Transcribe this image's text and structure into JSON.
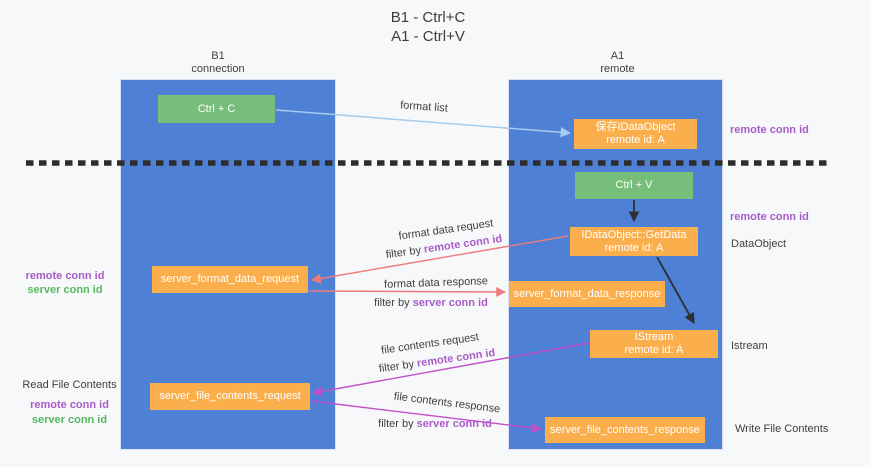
{
  "title": {
    "line1": "B1 - Ctrl+C",
    "line2": "A1 - Ctrl+V"
  },
  "columns": {
    "left": {
      "name": "B1",
      "role": "connection"
    },
    "right": {
      "name": "A1",
      "role": "remote"
    }
  },
  "nodes": {
    "ctrl_c": "Ctrl + C",
    "save_idataobject": {
      "line1": "保存IDataObject",
      "line2": "remote id: A"
    },
    "ctrl_v": "Ctrl + V",
    "getdata": {
      "line1": "IDataObject::GetData",
      "line2": "remote id: A"
    },
    "format_request": "server_format_data_request",
    "format_response": "server_format_data_response",
    "istream": {
      "line1": "IStream",
      "line2": "remote id: A"
    },
    "file_request": "server_file_contents_request",
    "file_response": "server_file_contents_response"
  },
  "arrow_labels": {
    "format_list": "format list",
    "format_data_request": "format data request",
    "format_data_response": "format data response",
    "file_contents_request": "file contents request",
    "file_contents_response": "file contents response",
    "filter_by": "filter by",
    "remote_conn_id": "remote conn id",
    "server_conn_id": "server conn id"
  },
  "side_labels": {
    "remote_conn_id": "remote conn id",
    "server_conn_id": "server conn id",
    "dataobject": "DataObject",
    "istream": "Istream",
    "read_file_contents": "Read File Contents",
    "write_file_contents": "Write File Contents"
  },
  "colors": {
    "lane_blue": "#4e81d6",
    "box_orange": "#fbae4c",
    "box_green": "#77be7a",
    "arrow_light_blue": "#a5cbed",
    "arrow_salmon": "#ee7a7a",
    "arrow_magenta": "#c34fc6",
    "arrow_black": "#303030",
    "text_purple": "#a95cc8",
    "text_green": "#58b75f",
    "dashed_line": "#2d2d2d"
  }
}
